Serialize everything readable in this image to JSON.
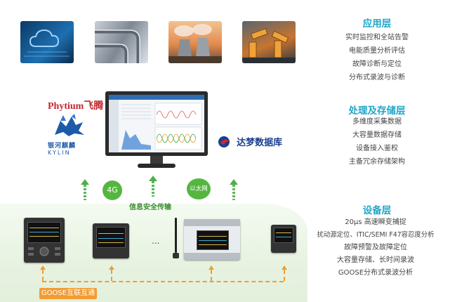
{
  "app_layer": {
    "title": "应用层",
    "items": [
      "实时监控和全站告警",
      "电能质量分析评估",
      "故障诊断与定位",
      "分布式录波与诊断"
    ]
  },
  "processing_layer": {
    "title": "处理及存储层",
    "items": [
      "多维度采集数据",
      "大容量数据存储",
      "设备接入鉴权",
      "主备冗余存储架构"
    ]
  },
  "device_layer": {
    "title": "设备层",
    "items": [
      "20μs 高速瞬变捕捉",
      "扰动源定位、ITIC/SEMI F47容忍度分析",
      "故障预警及故障定位",
      "大容量存储、长时间录波",
      "GOOSE分布式录波分析"
    ]
  },
  "logos": {
    "phytium": "Phytium飞腾",
    "kylin_cn": "银河麒麟",
    "kylin_en": "KYLIN",
    "dameng": "达梦数据库"
  },
  "network": {
    "badge_4g": "4G",
    "badge_ethernet": "以太网",
    "security_label": "信息安全传输",
    "ellipsis": "...",
    "goose_label": "GOOSE互联互通"
  },
  "colors": {
    "accent": "#1fa6c8",
    "green": "#55b63f",
    "orange": "#f39c33"
  },
  "icons": [
    "cloud-computing-photo",
    "pipes-photo",
    "power-plant-photo",
    "factory-robots-photo",
    "monitor-icon",
    "antenna-icon"
  ]
}
